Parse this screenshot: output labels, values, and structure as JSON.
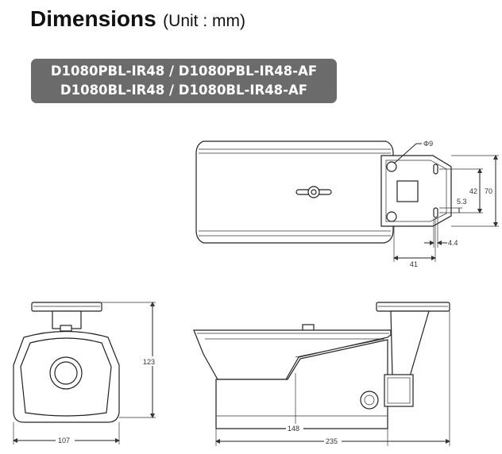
{
  "title": {
    "main": "Dimensions",
    "unit": "(Unit : mm)"
  },
  "models": {
    "line1": "D1080PBL-IR48 / D1080PBL-IR48-AF",
    "line2": "D1080BL-IR48 / D1080BL-IR48-AF"
  },
  "top_view": {
    "hole_dia": "Φ9",
    "height_outer": "70",
    "height_inner": "42",
    "slot_offset": "5.3",
    "slot_width": "4.4",
    "depth": "41"
  },
  "front_view": {
    "height": "123",
    "width": "107"
  },
  "side_view": {
    "body_length": "148",
    "total_length": "235"
  }
}
